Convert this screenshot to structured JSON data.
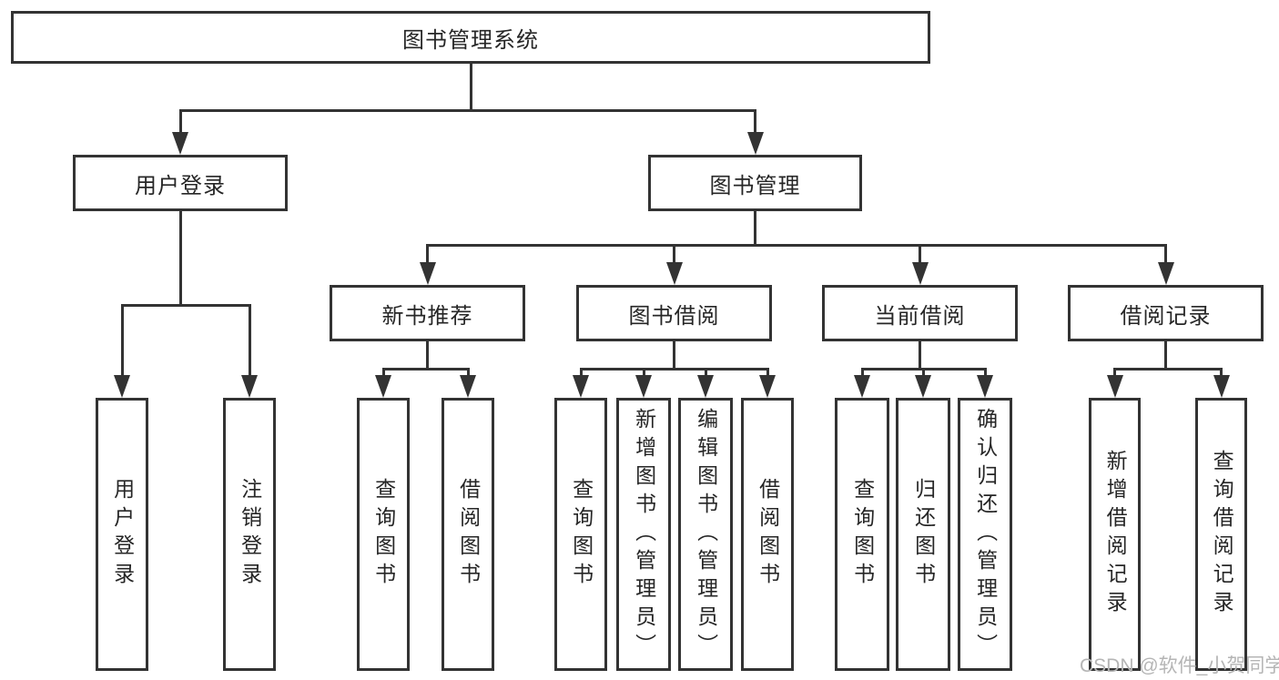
{
  "title": "图书管理系统",
  "watermark": "CSDN @软件_小贺同学",
  "colors": {
    "line": "#333333",
    "text": "#262626",
    "background": "#ffffff",
    "watermark": "#b5b5b5"
  },
  "diagram": {
    "type": "hierarchy-tree",
    "nodes": [
      {
        "id": "root",
        "label": "图书管理系统",
        "orientation": "horizontal",
        "level": 1
      },
      {
        "id": "user-login",
        "label": "用户登录",
        "orientation": "horizontal",
        "level": 2
      },
      {
        "id": "book-mgmt",
        "label": "图书管理",
        "orientation": "horizontal",
        "level": 2
      },
      {
        "id": "new-book-rec",
        "label": "新书推荐",
        "orientation": "horizontal",
        "level": 3
      },
      {
        "id": "book-borrow",
        "label": "图书借阅",
        "orientation": "horizontal",
        "level": 3
      },
      {
        "id": "current-borrow",
        "label": "当前借阅",
        "orientation": "horizontal",
        "level": 3
      },
      {
        "id": "borrow-records",
        "label": "借阅记录",
        "orientation": "horizontal",
        "level": 3
      },
      {
        "id": "leaf-user-login",
        "label": "用户登录",
        "orientation": "vertical",
        "level": 4
      },
      {
        "id": "leaf-logout",
        "label": "注销登录",
        "orientation": "vertical",
        "level": 4
      },
      {
        "id": "nbr-query-books",
        "label": "查询图书",
        "orientation": "vertical",
        "level": 4
      },
      {
        "id": "nbr-borrow-books",
        "label": "借阅图书",
        "orientation": "vertical",
        "level": 4
      },
      {
        "id": "bb-query-books",
        "label": "查询图书",
        "orientation": "vertical",
        "level": 4
      },
      {
        "id": "bb-add-books",
        "label": "新增图书（管理员）",
        "orientation": "vertical",
        "level": 4
      },
      {
        "id": "bb-edit-books",
        "label": "编辑图书（管理员）",
        "orientation": "vertical",
        "level": 4
      },
      {
        "id": "bb-borrow-books",
        "label": "借阅图书",
        "orientation": "vertical",
        "level": 4
      },
      {
        "id": "cb-query-books",
        "label": "查询图书",
        "orientation": "vertical",
        "level": 4
      },
      {
        "id": "cb-return-books",
        "label": "归还图书",
        "orientation": "vertical",
        "level": 4
      },
      {
        "id": "cb-confirm-return",
        "label": "确认归还（管理员）",
        "orientation": "vertical",
        "level": 4
      },
      {
        "id": "br-add-record",
        "label": "新增借阅记录",
        "orientation": "vertical",
        "level": 4
      },
      {
        "id": "br-query-record",
        "label": "查询借阅记录",
        "orientation": "vertical",
        "level": 4
      }
    ],
    "edges": [
      {
        "from": "root",
        "to": [
          "user-login",
          "book-mgmt"
        ]
      },
      {
        "from": "user-login",
        "to": [
          "leaf-user-login",
          "leaf-logout"
        ]
      },
      {
        "from": "book-mgmt",
        "to": [
          "new-book-rec",
          "book-borrow",
          "current-borrow",
          "borrow-records"
        ]
      },
      {
        "from": "new-book-rec",
        "to": [
          "nbr-query-books",
          "nbr-borrow-books"
        ]
      },
      {
        "from": "book-borrow",
        "to": [
          "bb-query-books",
          "bb-add-books",
          "bb-edit-books",
          "bb-borrow-books"
        ]
      },
      {
        "from": "current-borrow",
        "to": [
          "cb-query-books",
          "cb-return-books",
          "cb-confirm-return"
        ]
      },
      {
        "from": "borrow-records",
        "to": [
          "br-add-record",
          "br-query-record"
        ]
      }
    ]
  }
}
